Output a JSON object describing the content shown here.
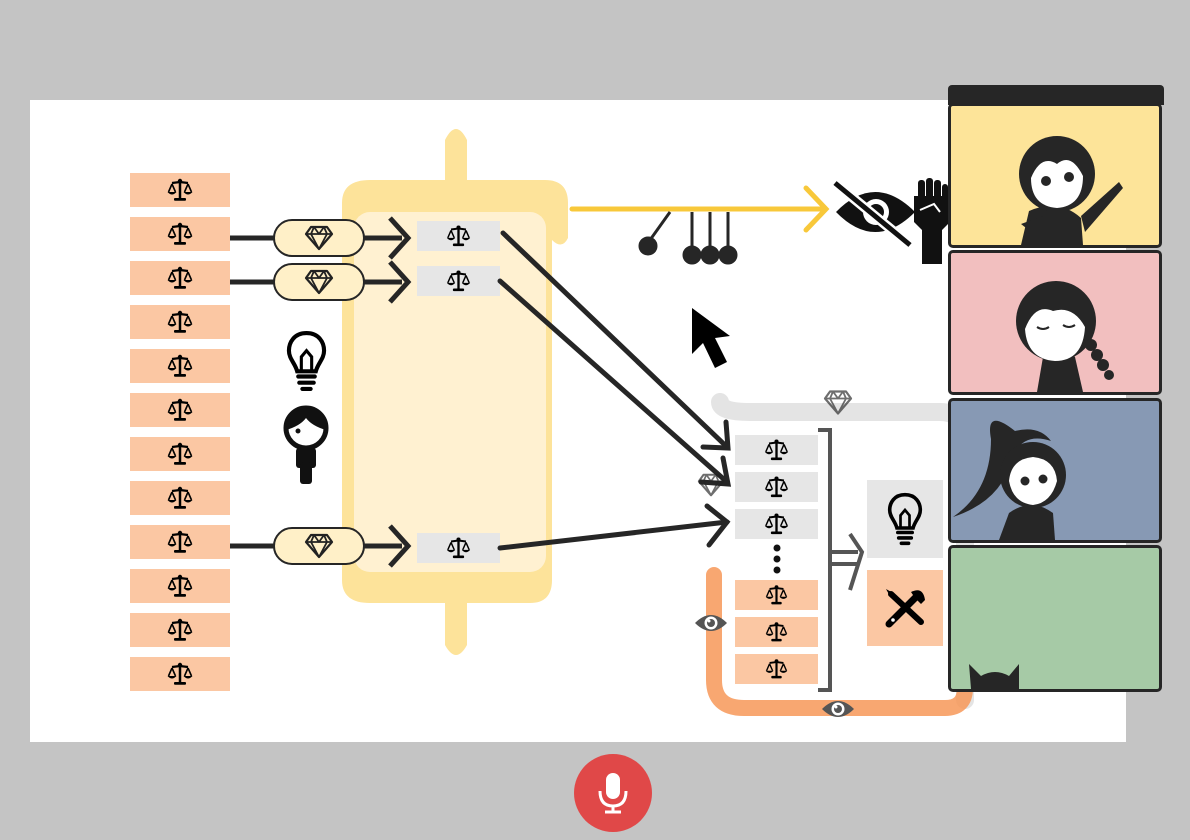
{
  "colors": {
    "background": "#c4c4c4",
    "whiteboard": "#ffffff",
    "dark": "#262626",
    "card_peach": "#fbc7a3",
    "card_gray": "#e6e6e6",
    "gem_fill": "#fff0c8",
    "yellow_highlight": "#fde39a",
    "yellow_light": "#fff1d1",
    "yellow_arrow": "#f8c83a",
    "orange_highlight": "#f79858",
    "gray_highlight": "#e4e4e4",
    "mic_red": "#e04848",
    "tile_yellow": "#fde499",
    "tile_pink": "#f2bfbf",
    "tile_blue": "#8799b4",
    "tile_green": "#a6caa6"
  },
  "board": {
    "left_column": {
      "count": 12,
      "icon": "scale-icon"
    },
    "gem_pills": {
      "count": 3,
      "icon": "gem-icon"
    },
    "middle_cards": {
      "count": 3,
      "icon": "scale-icon"
    },
    "right_stack": {
      "top_cards": 3,
      "bottom_cards": 3,
      "ellipsis": "⋮",
      "lightbulb_box_icon": "lightbulb-icon",
      "tools_box_icon": "tools-icon"
    },
    "floating_icons": [
      "lightbulb-icon",
      "person-icon",
      "eye-slash-icon",
      "raised-fist-icon",
      "newtons-cradle-icon",
      "cursor-icon",
      "gem-icon",
      "eye-icon"
    ]
  },
  "video_panel": {
    "participants": [
      {
        "tile": "participant-1",
        "color": "#fde499",
        "pose": "raising-hand"
      },
      {
        "tile": "participant-2",
        "color": "#f2bfbf",
        "pose": "eyes-closed-braid"
      },
      {
        "tile": "participant-3",
        "color": "#8799b4",
        "pose": "ponytail"
      },
      {
        "tile": "participant-4",
        "color": "#a6caa6",
        "pose": "cat-ears"
      }
    ]
  },
  "toolbar": {
    "mic_icon": "microphone-icon"
  }
}
